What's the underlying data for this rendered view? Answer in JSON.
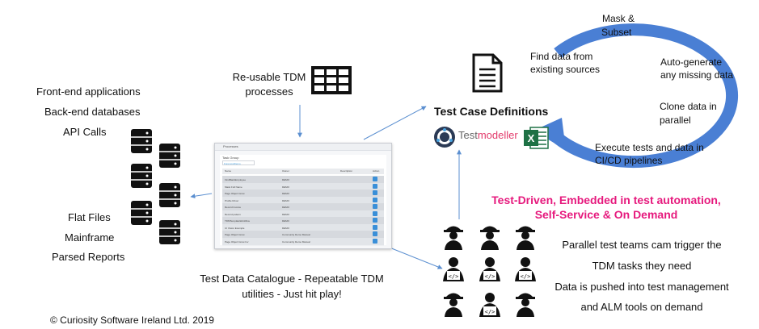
{
  "left": {
    "items_top": [
      "Front-end applications",
      "Back-end databases",
      "API Calls"
    ],
    "items_bottom": [
      "Flat Files",
      "Mainframe",
      "Parsed Reports"
    ]
  },
  "reusable": {
    "line1": "Re-usable TDM",
    "line2": "processes"
  },
  "catalogue": {
    "window_title": "Processes",
    "group_label": "Task Group",
    "search_value": "ForemostDemo",
    "columns": [
      "Name",
      "Owner",
      "Description",
      "Action"
    ],
    "rows": [
      {
        "name": "FindBankEmployee",
        "owner": "DEMO"
      },
      {
        "name": "Mask Full Name",
        "owner": "DEMO"
      },
      {
        "name": "Page Object Grow",
        "owner": "DEMO"
      },
      {
        "name": "Profile Driver",
        "owner": "DEMO"
      },
      {
        "name": "Record Invoice",
        "owner": "DEMO"
      },
      {
        "name": "Record pattern",
        "owner": "DEMO"
      },
      {
        "name": "TDMTemplateWorkflow",
        "owner": "DEMO"
      },
      {
        "name": "UI Vision Example",
        "owner": "DEMO"
      },
      {
        "name": "Page Object Grow",
        "owner": "Community Demo Manual"
      },
      {
        "name": "Page Object Grow Inv",
        "owner": "Community Demo Manual"
      }
    ],
    "caption_line1": "Test Data Catalogue - Repeatable TDM",
    "caption_line2": "utilities - Just hit play!"
  },
  "center": {
    "test_case_definitions": "Test Case Definitions",
    "testmodeller_prefix": "Test",
    "testmodeller_suffix": "modeller"
  },
  "cycle": {
    "mask_line1": "Mask &",
    "mask_line2": "Subset",
    "find_line1": "Find data from",
    "find_line2": "existing sources",
    "autogen_line1": "Auto-generate",
    "autogen_line2": "any missing data",
    "clone_line1": "Clone data in",
    "clone_line2": "parallel",
    "execute_line1": "Execute tests and data in",
    "execute_line2": "CI/CD pipelines"
  },
  "tagline": {
    "line1": "Test-Driven, Embedded in test automation,",
    "line2": "Self-Service & On Demand"
  },
  "teams": {
    "line1": "Parallel test teams cam trigger the",
    "line2": "TDM tasks they need",
    "line3": "Data is pushed into test management",
    "line4": "and ALM tools on demand"
  },
  "copyright": "© Curiosity Software Ireland Ltd. 2019",
  "colors": {
    "cycle_arrow": "#4a7fd4",
    "connector": "#5b8fd0",
    "tagline": "#e6197d",
    "excel_green": "#1e7145"
  },
  "icons": [
    "database-icon",
    "table-grid-icon",
    "document-icon",
    "testmodeller-logo-icon",
    "excel-icon",
    "engineer-icon",
    "developer-icon"
  ]
}
